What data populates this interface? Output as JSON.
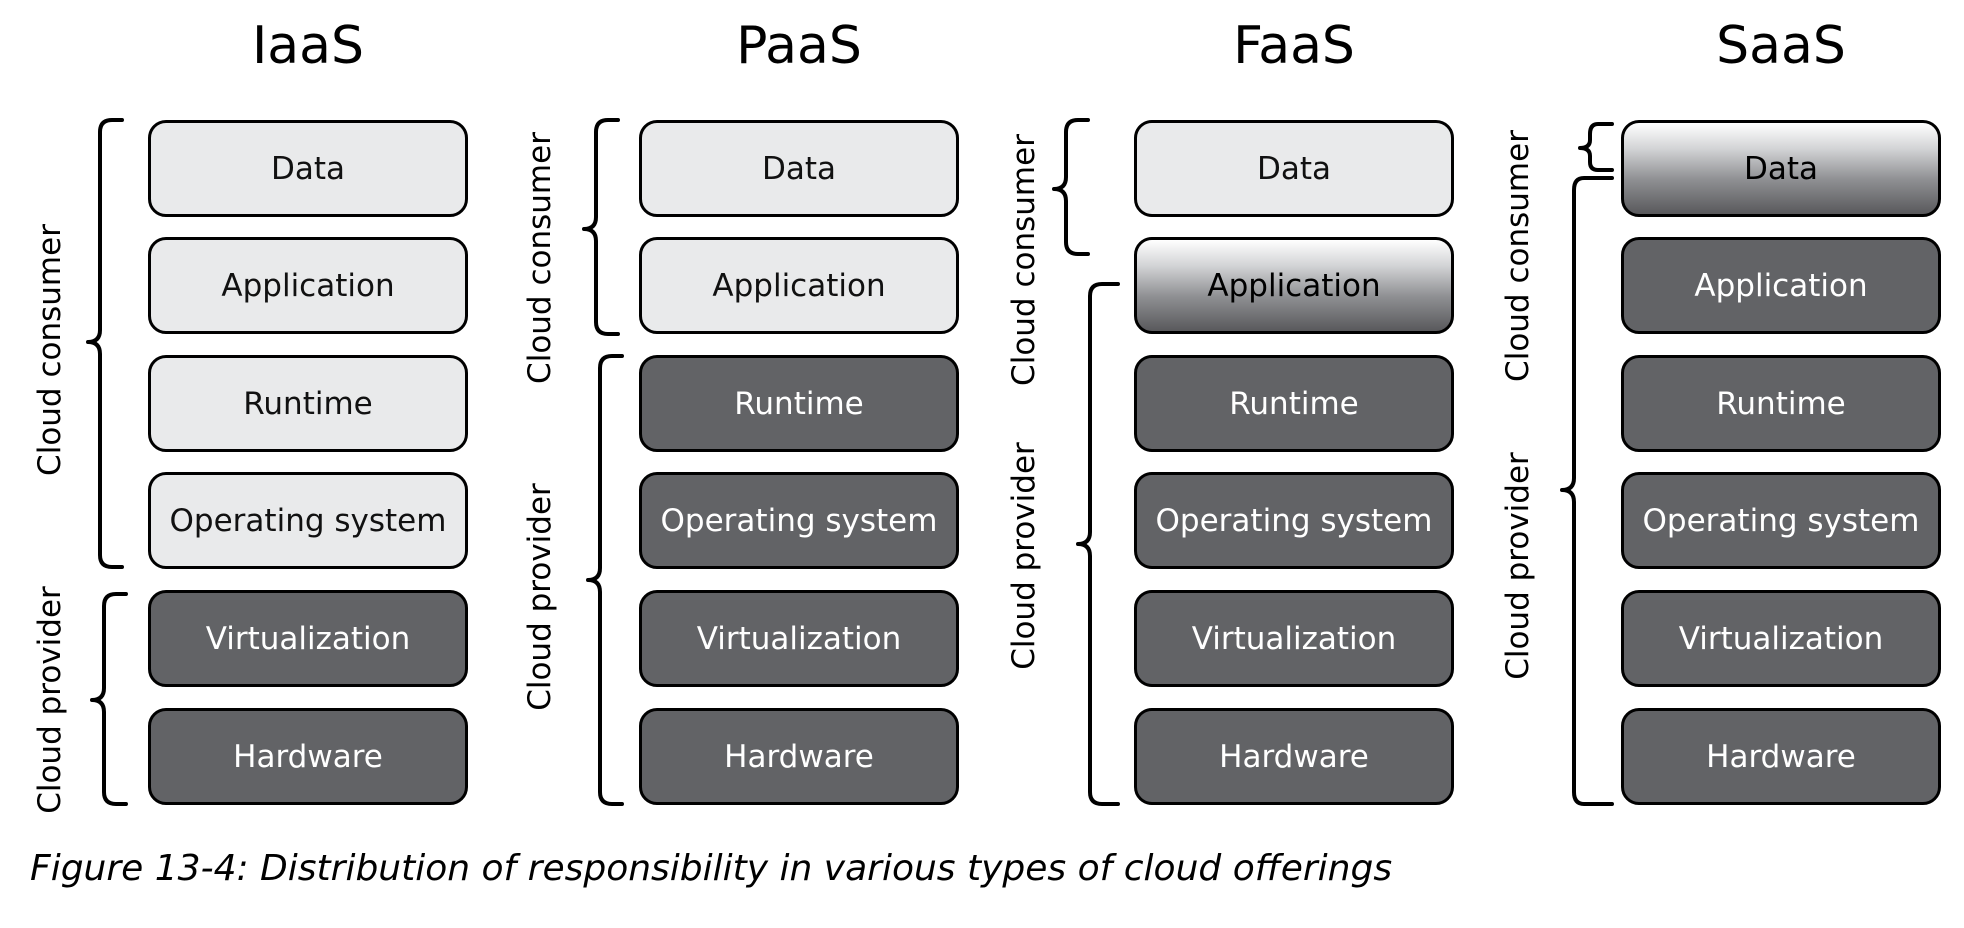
{
  "columns": [
    {
      "title": "IaaS",
      "layers": [
        {
          "label": "Data",
          "responsibility": "consumer"
        },
        {
          "label": "Application",
          "responsibility": "consumer"
        },
        {
          "label": "Runtime",
          "responsibility": "consumer"
        },
        {
          "label": "Operating system",
          "responsibility": "consumer"
        },
        {
          "label": "Virtualization",
          "responsibility": "provider"
        },
        {
          "label": "Hardware",
          "responsibility": "provider"
        }
      ],
      "consumer_label": "Cloud consumer",
      "provider_label": "Cloud provider"
    },
    {
      "title": "PaaS",
      "layers": [
        {
          "label": "Data",
          "responsibility": "consumer"
        },
        {
          "label": "Application",
          "responsibility": "consumer"
        },
        {
          "label": "Runtime",
          "responsibility": "provider"
        },
        {
          "label": "Operating system",
          "responsibility": "provider"
        },
        {
          "label": "Virtualization",
          "responsibility": "provider"
        },
        {
          "label": "Hardware",
          "responsibility": "provider"
        }
      ],
      "consumer_label": "Cloud consumer",
      "provider_label": "Cloud provider"
    },
    {
      "title": "FaaS",
      "layers": [
        {
          "label": "Data",
          "responsibility": "consumer"
        },
        {
          "label": "Application",
          "responsibility": "shared"
        },
        {
          "label": "Runtime",
          "responsibility": "provider"
        },
        {
          "label": "Operating system",
          "responsibility": "provider"
        },
        {
          "label": "Virtualization",
          "responsibility": "provider"
        },
        {
          "label": "Hardware",
          "responsibility": "provider"
        }
      ],
      "consumer_label": "Cloud consumer",
      "provider_label": "Cloud provider"
    },
    {
      "title": "SaaS",
      "layers": [
        {
          "label": "Data",
          "responsibility": "shared"
        },
        {
          "label": "Application",
          "responsibility": "provider"
        },
        {
          "label": "Runtime",
          "responsibility": "provider"
        },
        {
          "label": "Operating system",
          "responsibility": "provider"
        },
        {
          "label": "Virtualization",
          "responsibility": "provider"
        },
        {
          "label": "Hardware",
          "responsibility": "provider"
        }
      ],
      "consumer_label": "Cloud consumer",
      "provider_label": "Cloud provider"
    }
  ],
  "caption": "Figure 13-4: Distribution of responsibility in various types of cloud offerings",
  "colors": {
    "consumer_fill": "#e9eaeb",
    "provider_fill": "#626366",
    "outline": "#000000"
  }
}
